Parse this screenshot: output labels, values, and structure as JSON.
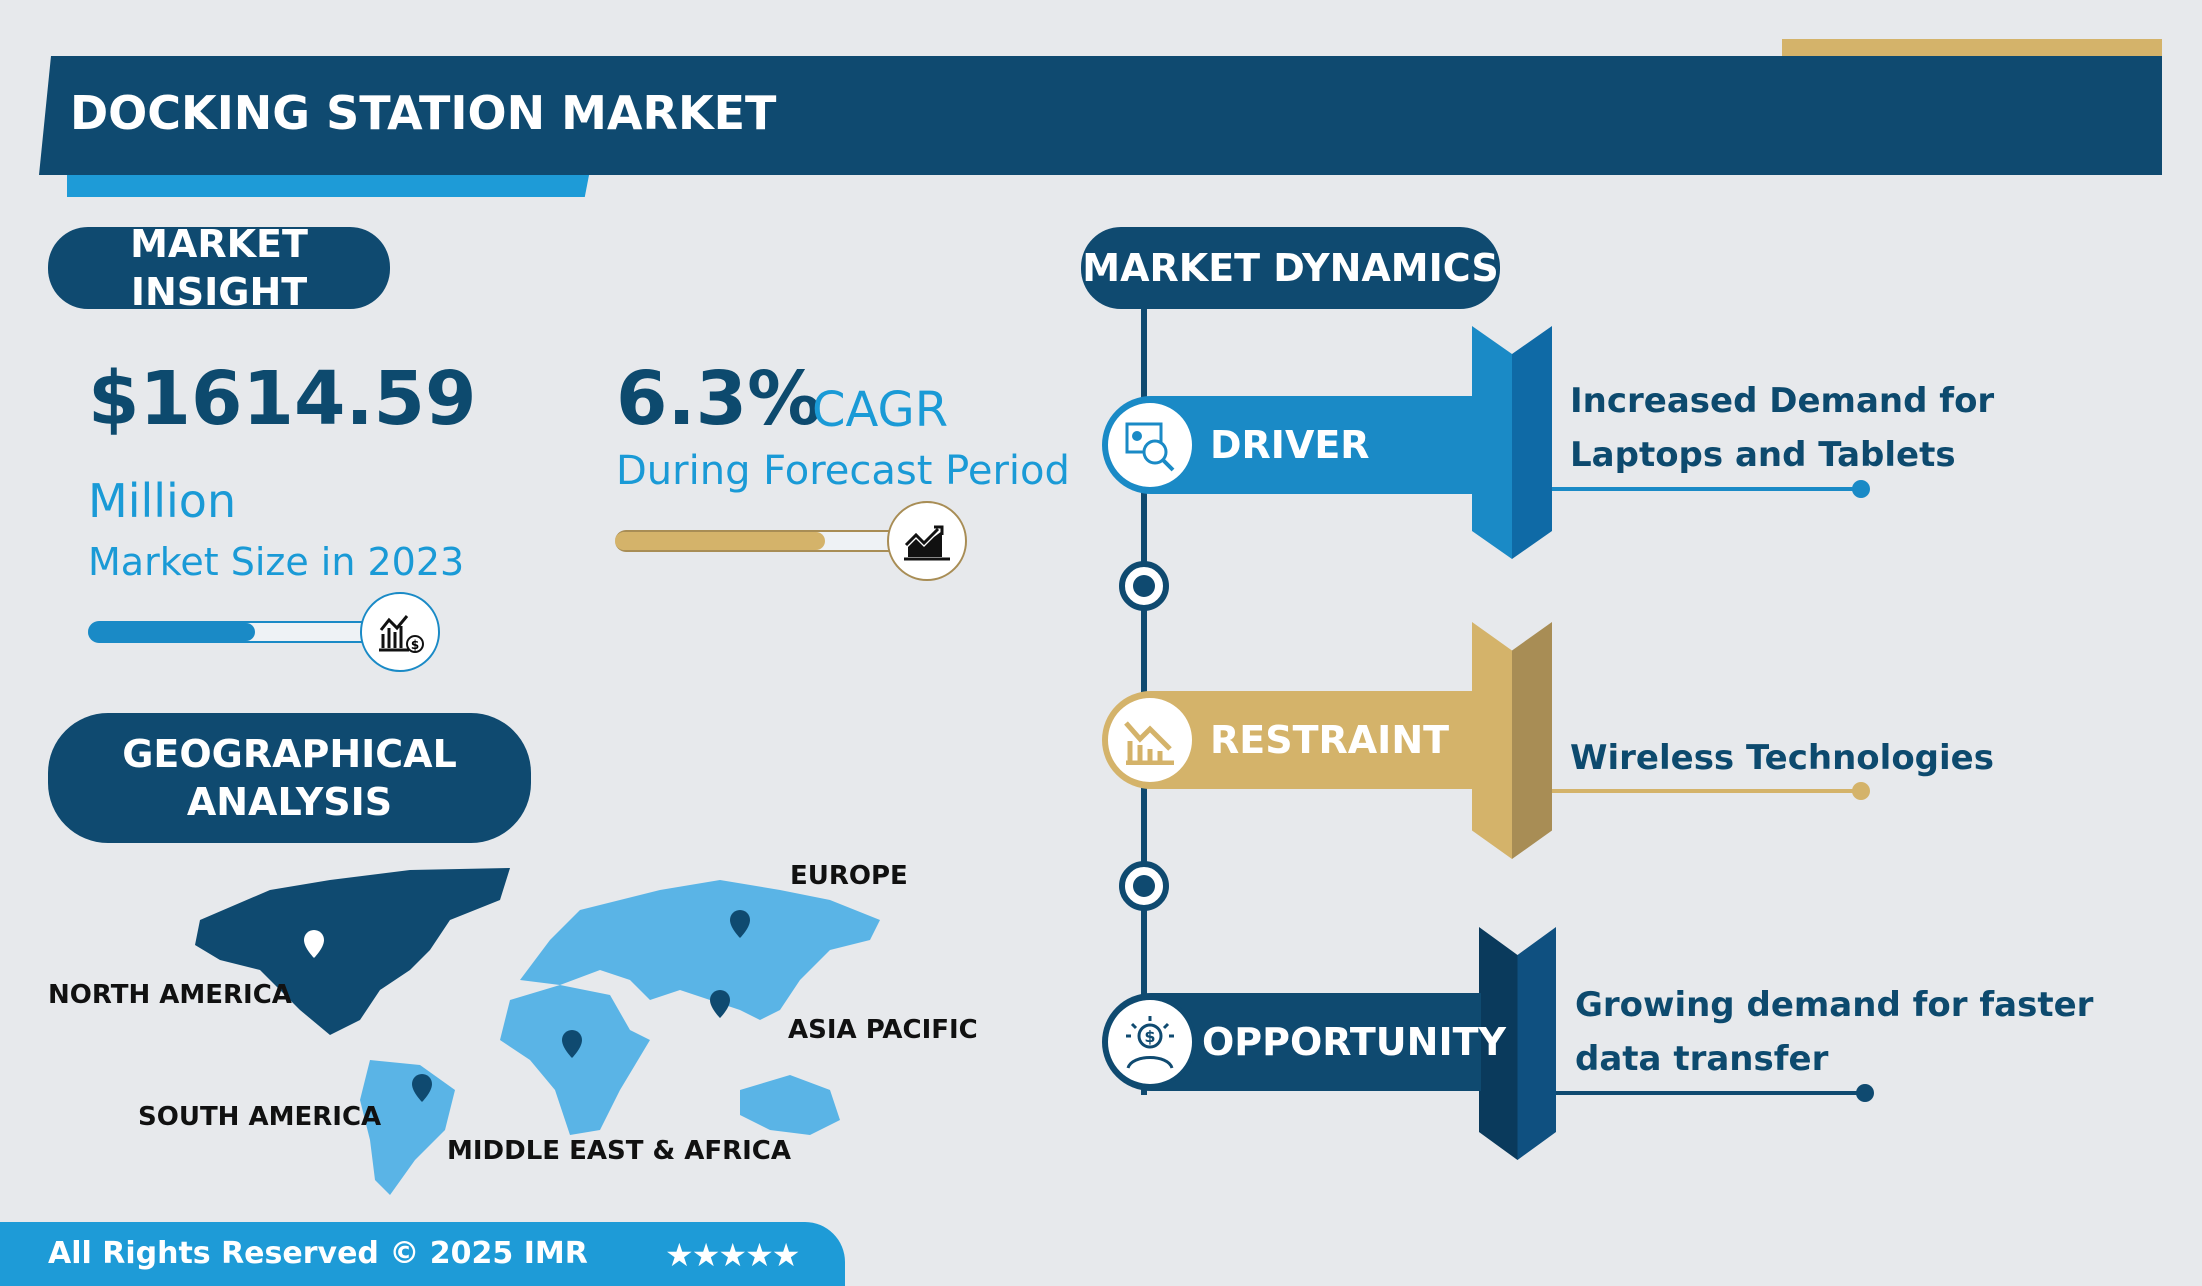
{
  "header": {
    "title": "DOCKING STATION MARKET"
  },
  "insight": {
    "badge": "MARKET INSIGHT",
    "market_size": "$1614.59",
    "unit": "Million",
    "size_label": "Market Size in 2023",
    "size_icon": "chart-dollar-icon",
    "cagr": "6.3%",
    "cagr_label": "CAGR",
    "cagr_sub": "During Forecast Period",
    "cagr_icon": "growth-chart-icon"
  },
  "geo": {
    "badge": "GEOGRAPHICAL ANALYSIS",
    "regions": [
      "NORTH AMERICA",
      "SOUTH AMERICA",
      "MIDDLE EAST & AFRICA",
      "EUROPE",
      "ASIA PACIFIC"
    ]
  },
  "dynamics": {
    "badge": "MARKET DYNAMICS",
    "items": [
      {
        "label": "DRIVER",
        "text": "Increased Demand for Laptops and Tablets",
        "color": "#1a8ac6"
      },
      {
        "label": "RESTRAINT",
        "text": "Wireless Technologies",
        "color": "#d4b36a"
      },
      {
        "label": "OPPORTUNITY",
        "text": "Growing demand for faster data transfer",
        "color": "#0f4a70"
      }
    ]
  },
  "footer": {
    "text": "All Rights Reserved © 2025 IMR",
    "stars": "★★★★★",
    "rating": 5
  },
  "colors": {
    "navy": "#0f4a70",
    "blue": "#1a8ac6",
    "gold": "#d4b36a",
    "cyan": "#1a9ad6"
  }
}
